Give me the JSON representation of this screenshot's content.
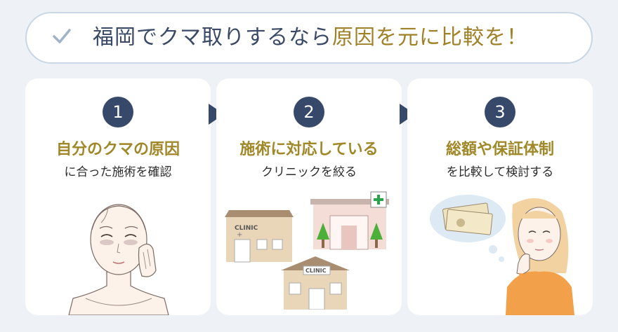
{
  "banner": {
    "title_part1": "福岡でクマ取りするなら",
    "title_part2": "原因を元に比較を！"
  },
  "steps": [
    {
      "number": "1",
      "heading": "自分のクマの原因",
      "subheading": "に合った施術を確認"
    },
    {
      "number": "2",
      "heading": "施術に対応している",
      "subheading": "クリニックを絞る"
    },
    {
      "number": "3",
      "heading": "総額や保証体制",
      "subheading": "を比較して検討する"
    }
  ],
  "illustration": {
    "clinic_sign": "CLINIC"
  },
  "colors": {
    "navy": "#37496a",
    "gold": "#a08727",
    "background": "#eef2f7"
  }
}
